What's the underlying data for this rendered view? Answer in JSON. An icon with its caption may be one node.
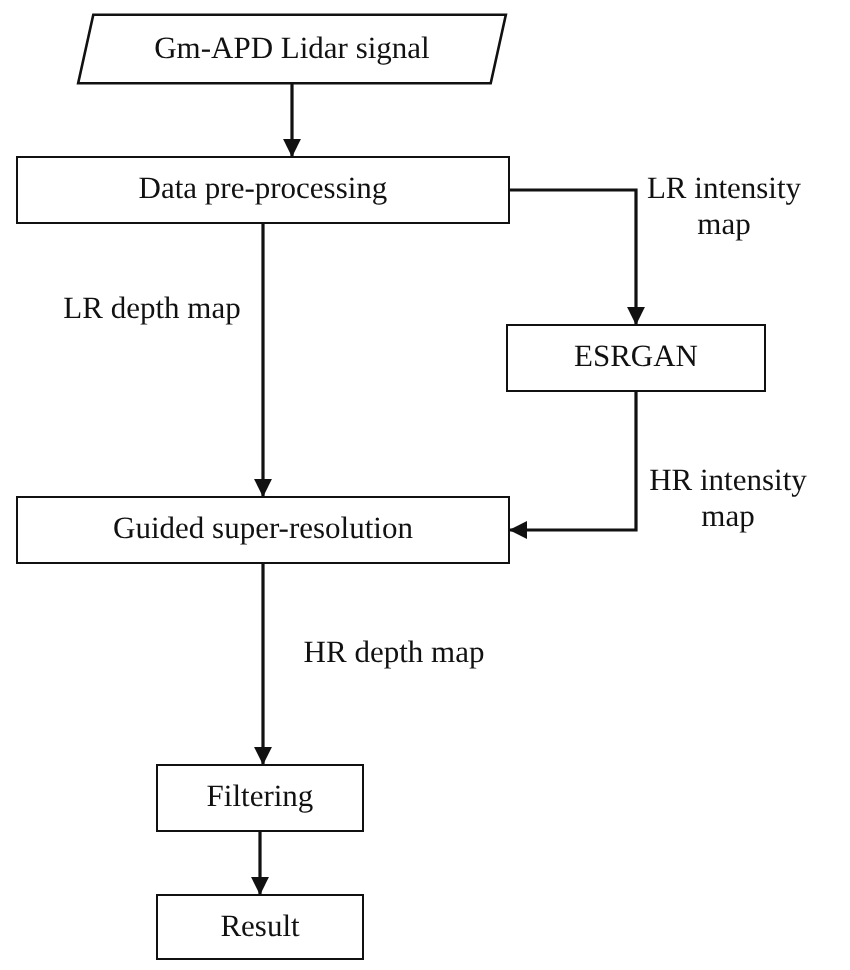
{
  "diagram": {
    "nodes": [
      {
        "text": [
          "Gm-APD Lidar signal"
        ]
      },
      {
        "text": [
          "Data pre-processing"
        ]
      },
      {
        "text": [
          "ESRGAN"
        ]
      },
      {
        "text": [
          "Guided super-resolution"
        ]
      },
      {
        "text": [
          "Filtering"
        ]
      },
      {
        "text": [
          "Result"
        ]
      }
    ],
    "edges": [
      {
        "from": 0,
        "to": 1,
        "arrow": "to"
      },
      {
        "from": 1,
        "to": 2,
        "arrow": "to",
        "label": "LR intensity map"
      },
      {
        "from": 1,
        "to": 3,
        "arrow": "to",
        "label": "LR depth map"
      },
      {
        "from": 2,
        "to": 3,
        "arrow": "to",
        "label": "HR intensity map"
      },
      {
        "from": 3,
        "to": 4,
        "arrow": "to",
        "label": "HR depth map"
      },
      {
        "from": 4,
        "to": 5,
        "arrow": "to"
      }
    ]
  }
}
